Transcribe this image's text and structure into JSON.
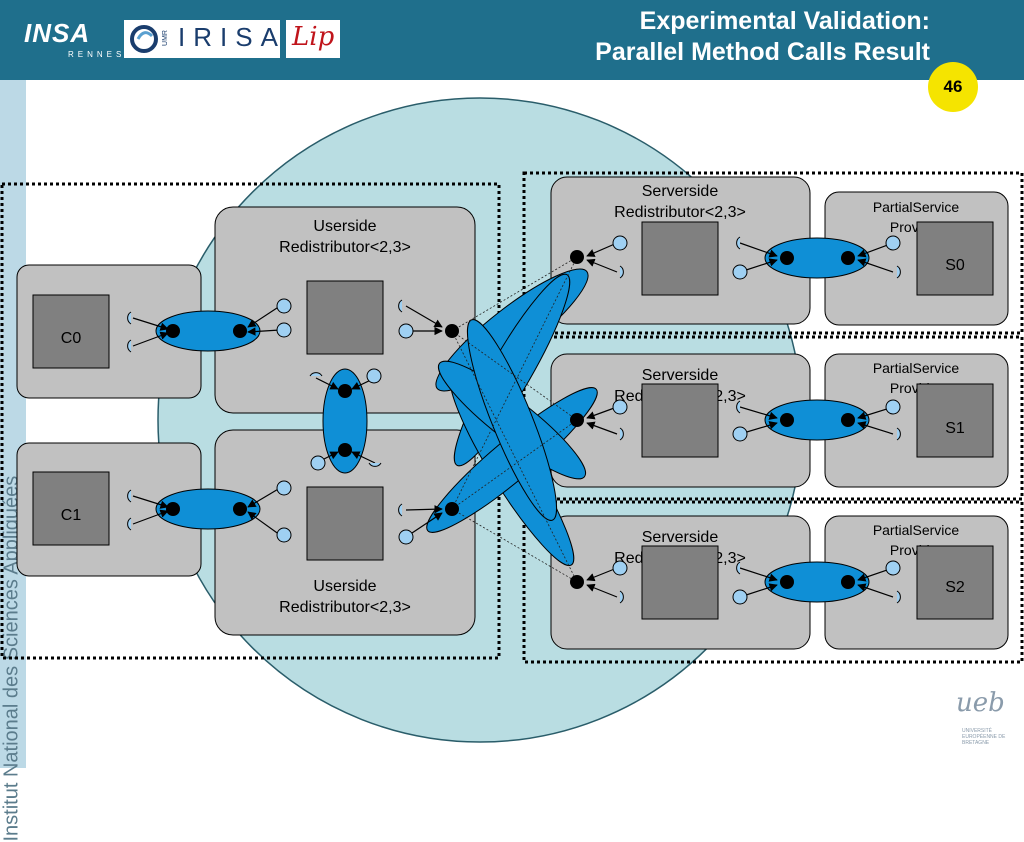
{
  "header": {
    "title_line1": "Experimental Validation:",
    "title_line2": "Parallel Method Calls Result",
    "page_number": "46"
  },
  "logos": {
    "insa": "INSA",
    "insa_city": "RENNES",
    "irisa": "IRISA",
    "irisa_umr": "UMR",
    "lip": "Lip",
    "ueb": "ueb",
    "ueb_sub": "UNIVERSITÉ EUROPÉENNE DE BRETAGNE"
  },
  "sidebar": {
    "text": "Institut National des Sciences Appliquées"
  },
  "diagram": {
    "clients": [
      {
        "label": "C0"
      },
      {
        "label": "C1"
      }
    ],
    "userside": [
      {
        "label_line1": "Userside",
        "label_line2": "Redistributor<2,3>"
      },
      {
        "label_line1": "Userside",
        "label_line2": "Redistributor<2,3>"
      }
    ],
    "serverside": [
      {
        "label_line1": "Serverside",
        "label_line2": "Redistributor<2,3>"
      },
      {
        "label_line1": "Serverside",
        "label_line2": "Redistributor<2,3>"
      },
      {
        "label_line1": "Serverside",
        "label_line2": "Redistributor<2,3>"
      }
    ],
    "providers": [
      {
        "label_line1": "PartialService",
        "label_line2": "Provider",
        "server": "S0"
      },
      {
        "label_line1": "PartialService",
        "label_line2": "Provider",
        "server": "S1"
      },
      {
        "label_line1": "PartialService",
        "label_line2": "Provider",
        "server": "S2"
      }
    ],
    "colors": {
      "connector": "#0f8fd6",
      "box": "#c1c1c1",
      "inner_box": "#808080",
      "background_circle": "#b9dde2",
      "port": "#9fd0f2"
    }
  }
}
